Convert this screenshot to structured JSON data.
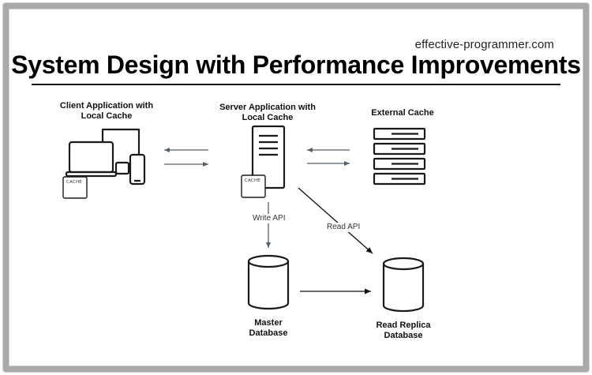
{
  "header": {
    "site": "effective-programmer.com",
    "title": "System Design with Performance Improvements"
  },
  "nodes": {
    "client": {
      "label_line1": "Client Application with",
      "label_line2": "Local Cache",
      "cache_tag": "CACHE"
    },
    "server": {
      "label_line1": "Server Application with",
      "label_line2": "Local Cache",
      "cache_tag": "CACHE"
    },
    "external_cache": {
      "label": "External Cache"
    },
    "master_db": {
      "label_line1": "Master",
      "label_line2": "Database"
    },
    "replica_db": {
      "label_line1": "Read Replica",
      "label_line2": "Database"
    }
  },
  "edges": {
    "write_api": "Write API",
    "read_api": "Read API"
  },
  "colors": {
    "arrow_gray": "#55606b",
    "line_dark": "#111111",
    "frame_gray": "#a9a9a9"
  }
}
